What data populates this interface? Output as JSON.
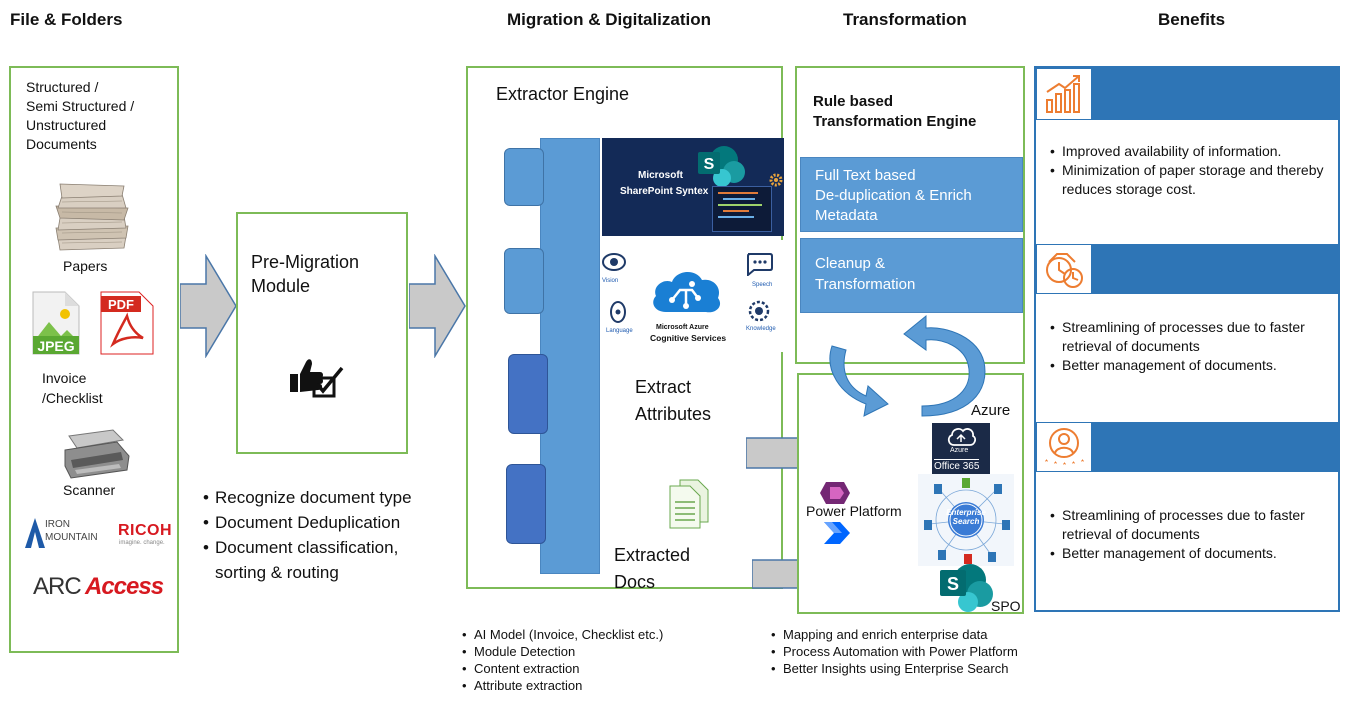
{
  "headers": {
    "files": "File & Folders",
    "migration": "Migration & Digitalization",
    "transformation": "Transformation",
    "benefits": "Benefits"
  },
  "files": {
    "doc_types": "Structured /\nSemi Structured /\nUnstructured\nDocuments",
    "papers": "Papers",
    "jpeg": "JPEG",
    "pdf": "PDF",
    "invoice": "Invoice\n/Checklist",
    "scanner": "Scanner",
    "iron_mountain": "IRON\nMOUNTAIN",
    "ricoh": "RICOH",
    "ricoh_tagline": "imagine. change.",
    "arc": "ARC",
    "access": "Access"
  },
  "premigration": {
    "title": "Pre-Migration\nModule",
    "bullets": [
      "Recognize document type",
      "Document Deduplication",
      "Document classification, sorting & routing"
    ]
  },
  "migration": {
    "title": "Extractor Engine",
    "syntex_line1": "Microsoft",
    "syntex_line2": "SharePoint Syntex",
    "cog_title1": "Microsoft Azure",
    "cog_title2": "Cognitive Services",
    "cog_vision": "Vision",
    "cog_speech": "Speech",
    "cog_language": "Language",
    "cog_knowledge": "Knowledge",
    "extract": "Extract\nAttributes",
    "extracted": "Extracted\nDocs",
    "bullets": [
      "AI Model (Invoice, Checklist etc.)",
      "Module Detection",
      "Content extraction",
      "Attribute extraction"
    ]
  },
  "transformation": {
    "title": "Rule based\nTransformation Engine",
    "box1": "Full Text based\nDe-duplication & Enrich\nMetadata",
    "box2": "Cleanup &\nTransformation",
    "azure": "Azure",
    "azure_icon": "Azure",
    "office": "Office 365",
    "power_platform": "Power Platform",
    "enterprise_search": "Enterprise\nSearch",
    "spo": "SPO",
    "bullets": [
      "Mapping and enrich enterprise data",
      "Process Automation with Power Platform",
      "Better Insights using Enterprise Search"
    ]
  },
  "benefits": [
    {
      "icon": "growth-chart-icon",
      "items": [
        "Improved availability of information.",
        "Minimization of paper storage and thereby reduces storage cost."
      ]
    },
    {
      "icon": "clock-icon",
      "items": [
        "Streamlining of processes due to faster retrieval of documents",
        "Better management of documents."
      ]
    },
    {
      "icon": "user-rating-icon",
      "items": [
        "Streamlining of processes due to faster retrieval of documents",
        "Better management of documents."
      ]
    }
  ],
  "colors": {
    "green_border": "#7dbb57",
    "blue": "#5b9bd5",
    "dark_blue": "#2e75b6",
    "orange": "#ed7d31"
  }
}
